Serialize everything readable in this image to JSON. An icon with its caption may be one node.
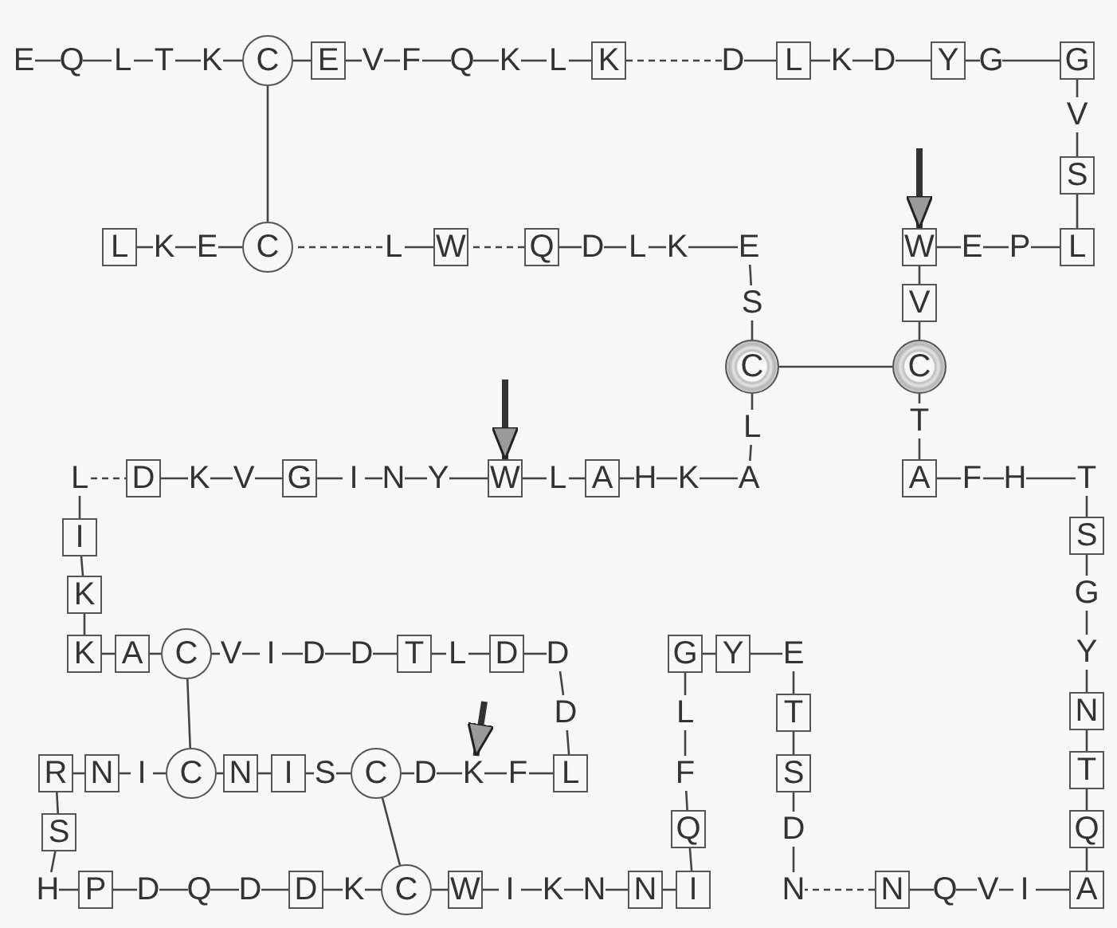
{
  "diagram": {
    "nodes": [
      {
        "text": [
          "E"
        ]
      },
      {
        "text": [
          "Q"
        ]
      },
      {
        "text": [
          "L"
        ]
      },
      {
        "text": [
          "T"
        ]
      },
      {
        "text": [
          "K"
        ]
      },
      {
        "text": [
          "C"
        ]
      },
      {
        "text": [
          "E"
        ]
      },
      {
        "text": [
          "V"
        ]
      },
      {
        "text": [
          "F"
        ]
      },
      {
        "text": [
          "Q"
        ]
      },
      {
        "text": [
          "K"
        ]
      },
      {
        "text": [
          "L"
        ]
      },
      {
        "text": [
          "K"
        ]
      },
      {
        "text": [
          "D"
        ]
      },
      {
        "text": [
          "L"
        ]
      },
      {
        "text": [
          "K"
        ]
      },
      {
        "text": [
          "D"
        ]
      },
      {
        "text": [
          "Y"
        ]
      },
      {
        "text": [
          "G"
        ]
      },
      {
        "text": [
          "G"
        ]
      },
      {
        "text": [
          "V"
        ]
      },
      {
        "text": [
          "S"
        ]
      },
      {
        "text": [
          "L"
        ]
      },
      {
        "text": [
          "P"
        ]
      },
      {
        "text": [
          "E"
        ]
      },
      {
        "text": [
          "W"
        ]
      },
      {
        "text": [
          "V"
        ]
      },
      {
        "text": [
          "C"
        ]
      },
      {
        "text": [
          "T"
        ]
      },
      {
        "text": [
          "A"
        ]
      },
      {
        "text": [
          "F"
        ]
      },
      {
        "text": [
          "H"
        ]
      },
      {
        "text": [
          "T"
        ]
      },
      {
        "text": [
          "S"
        ]
      },
      {
        "text": [
          "G"
        ]
      },
      {
        "text": [
          "Y"
        ]
      },
      {
        "text": [
          "N"
        ]
      },
      {
        "text": [
          "T"
        ]
      },
      {
        "text": [
          "Q"
        ]
      },
      {
        "text": [
          "A"
        ]
      },
      {
        "text": [
          "I"
        ]
      },
      {
        "text": [
          "V"
        ]
      },
      {
        "text": [
          "Q"
        ]
      },
      {
        "text": [
          "N"
        ]
      },
      {
        "text": [
          "N"
        ]
      },
      {
        "text": [
          "D"
        ]
      },
      {
        "text": [
          "S"
        ]
      },
      {
        "text": [
          "T"
        ]
      },
      {
        "text": [
          "E"
        ]
      },
      {
        "text": [
          "Y"
        ]
      },
      {
        "text": [
          "G"
        ]
      },
      {
        "text": [
          "L"
        ]
      },
      {
        "text": [
          "F"
        ]
      },
      {
        "text": [
          "Q"
        ]
      },
      {
        "text": [
          "I"
        ]
      },
      {
        "text": [
          "N"
        ]
      },
      {
        "text": [
          "N"
        ]
      },
      {
        "text": [
          "K"
        ]
      },
      {
        "text": [
          "I"
        ]
      },
      {
        "text": [
          "W"
        ]
      },
      {
        "text": [
          "C"
        ]
      },
      {
        "text": [
          "K"
        ]
      },
      {
        "text": [
          "D"
        ]
      },
      {
        "text": [
          "D"
        ]
      },
      {
        "text": [
          "Q"
        ]
      },
      {
        "text": [
          "D"
        ]
      },
      {
        "text": [
          "P"
        ]
      },
      {
        "text": [
          "H"
        ]
      },
      {
        "text": [
          "S"
        ]
      },
      {
        "text": [
          "R"
        ]
      },
      {
        "text": [
          "N"
        ]
      },
      {
        "text": [
          "I"
        ]
      },
      {
        "text": [
          "C"
        ]
      },
      {
        "text": [
          "N"
        ]
      },
      {
        "text": [
          "I"
        ]
      },
      {
        "text": [
          "S"
        ]
      },
      {
        "text": [
          "C"
        ]
      },
      {
        "text": [
          "D"
        ]
      },
      {
        "text": [
          "K"
        ]
      },
      {
        "text": [
          "F"
        ]
      },
      {
        "text": [
          "L"
        ]
      },
      {
        "text": [
          "D"
        ]
      },
      {
        "text": [
          "D"
        ]
      },
      {
        "text": [
          "D"
        ]
      },
      {
        "text": [
          "L"
        ]
      },
      {
        "text": [
          "T"
        ]
      },
      {
        "text": [
          "D"
        ]
      },
      {
        "text": [
          "D"
        ]
      },
      {
        "text": [
          "I"
        ]
      },
      {
        "text": [
          "V"
        ]
      },
      {
        "text": [
          "C"
        ]
      },
      {
        "text": [
          "A"
        ]
      },
      {
        "text": [
          "K"
        ]
      },
      {
        "text": [
          "K"
        ]
      },
      {
        "text": [
          "I"
        ]
      },
      {
        "text": [
          "L"
        ]
      },
      {
        "text": [
          "D"
        ]
      },
      {
        "text": [
          "K"
        ]
      },
      {
        "text": [
          "V"
        ]
      },
      {
        "text": [
          "G"
        ]
      },
      {
        "text": [
          "I"
        ]
      },
      {
        "text": [
          "N"
        ]
      },
      {
        "text": [
          "Y"
        ]
      },
      {
        "text": [
          "W"
        ]
      },
      {
        "text": [
          "L"
        ]
      },
      {
        "text": [
          "A"
        ]
      },
      {
        "text": [
          "H"
        ]
      },
      {
        "text": [
          "K"
        ]
      },
      {
        "text": [
          "A"
        ]
      },
      {
        "text": [
          "L"
        ]
      },
      {
        "text": [
          "C"
        ]
      },
      {
        "text": [
          "S"
        ]
      },
      {
        "text": [
          "E"
        ]
      },
      {
        "text": [
          "K"
        ]
      },
      {
        "text": [
          "L"
        ]
      },
      {
        "text": [
          "D"
        ]
      },
      {
        "text": [
          "Q"
        ]
      },
      {
        "text": [
          "W"
        ]
      },
      {
        "text": [
          "L"
        ]
      },
      {
        "text": [
          "C"
        ]
      },
      {
        "text": [
          "E"
        ]
      },
      {
        "text": [
          "K"
        ]
      },
      {
        "text": [
          "L"
        ]
      }
    ],
    "edges": [
      {
        "from": 0,
        "to": 1,
        "arrow": "none"
      },
      {
        "from": 1,
        "to": 2,
        "arrow": "none"
      },
      {
        "from": 2,
        "to": 3,
        "arrow": "none"
      },
      {
        "from": 3,
        "to": 4,
        "arrow": "none"
      },
      {
        "from": 4,
        "to": 5,
        "arrow": "none"
      },
      {
        "from": 5,
        "to": 6,
        "arrow": "none"
      },
      {
        "from": 6,
        "to": 7,
        "arrow": "none"
      },
      {
        "from": 7,
        "to": 8,
        "arrow": "none"
      },
      {
        "from": 8,
        "to": 9,
        "arrow": "none"
      },
      {
        "from": 9,
        "to": 10,
        "arrow": "none"
      },
      {
        "from": 10,
        "to": 11,
        "arrow": "none"
      },
      {
        "from": 11,
        "to": 12,
        "arrow": "none"
      },
      {
        "from": 12,
        "to": 13,
        "arrow": "none",
        "style": "dashed"
      },
      {
        "from": 13,
        "to": 14,
        "arrow": "none"
      },
      {
        "from": 14,
        "to": 15,
        "arrow": "none"
      },
      {
        "from": 15,
        "to": 16,
        "arrow": "none"
      },
      {
        "from": 16,
        "to": 17,
        "arrow": "none"
      },
      {
        "from": 17,
        "to": 18,
        "arrow": "none"
      },
      {
        "from": 18,
        "to": 19,
        "arrow": "none"
      },
      {
        "from": 19,
        "to": 20,
        "arrow": "none"
      },
      {
        "from": 20,
        "to": 21,
        "arrow": "none"
      },
      {
        "from": 21,
        "to": 22,
        "arrow": "none"
      },
      {
        "from": 22,
        "to": 23,
        "arrow": "none"
      },
      {
        "from": 23,
        "to": 24,
        "arrow": "none"
      },
      {
        "from": 24,
        "to": 25,
        "arrow": "none"
      },
      {
        "from": 25,
        "to": 26,
        "arrow": "none"
      },
      {
        "from": 26,
        "to": 27,
        "arrow": "none"
      },
      {
        "from": 27,
        "to": 28,
        "arrow": "none"
      },
      {
        "from": 28,
        "to": 29,
        "arrow": "none"
      },
      {
        "from": 29,
        "to": 30,
        "arrow": "none"
      },
      {
        "from": 30,
        "to": 31,
        "arrow": "none"
      },
      {
        "from": 31,
        "to": 32,
        "arrow": "none"
      },
      {
        "from": 32,
        "to": 33,
        "arrow": "none"
      },
      {
        "from": 33,
        "to": 34,
        "arrow": "none"
      },
      {
        "from": 34,
        "to": 35,
        "arrow": "none"
      },
      {
        "from": 35,
        "to": 36,
        "arrow": "none"
      },
      {
        "from": 36,
        "to": 37,
        "arrow": "none"
      },
      {
        "from": 37,
        "to": 38,
        "arrow": "none"
      },
      {
        "from": 38,
        "to": 39,
        "arrow": "none"
      },
      {
        "from": 39,
        "to": 40,
        "arrow": "none"
      },
      {
        "from": 40,
        "to": 41,
        "arrow": "none"
      },
      {
        "from": 41,
        "to": 42,
        "arrow": "none"
      },
      {
        "from": 42,
        "to": 43,
        "arrow": "none"
      },
      {
        "from": 43,
        "to": 44,
        "arrow": "none",
        "style": "dashed"
      },
      {
        "from": 44,
        "to": 45,
        "arrow": "none"
      },
      {
        "from": 45,
        "to": 46,
        "arrow": "none"
      },
      {
        "from": 46,
        "to": 47,
        "arrow": "none"
      },
      {
        "from": 47,
        "to": 48,
        "arrow": "none"
      },
      {
        "from": 48,
        "to": 49,
        "arrow": "none"
      },
      {
        "from": 49,
        "to": 50,
        "arrow": "none"
      },
      {
        "from": 50,
        "to": 51,
        "arrow": "none"
      },
      {
        "from": 51,
        "to": 52,
        "arrow": "none"
      },
      {
        "from": 52,
        "to": 53,
        "arrow": "none"
      },
      {
        "from": 53,
        "to": 54,
        "arrow": "none"
      },
      {
        "from": 54,
        "to": 55,
        "arrow": "none"
      },
      {
        "from": 55,
        "to": 56,
        "arrow": "none"
      },
      {
        "from": 56,
        "to": 57,
        "arrow": "none"
      },
      {
        "from": 57,
        "to": 58,
        "arrow": "none"
      },
      {
        "from": 58,
        "to": 59,
        "arrow": "none"
      },
      {
        "from": 59,
        "to": 60,
        "arrow": "none"
      },
      {
        "from": 60,
        "to": 61,
        "arrow": "none"
      },
      {
        "from": 61,
        "to": 62,
        "arrow": "none"
      },
      {
        "from": 62,
        "to": 63,
        "arrow": "none"
      },
      {
        "from": 63,
        "to": 64,
        "arrow": "none"
      },
      {
        "from": 64,
        "to": 65,
        "arrow": "none"
      },
      {
        "from": 65,
        "to": 66,
        "arrow": "none"
      },
      {
        "from": 66,
        "to": 67,
        "arrow": "none"
      },
      {
        "from": 67,
        "to": 68,
        "arrow": "none"
      },
      {
        "from": 68,
        "to": 69,
        "arrow": "none"
      },
      {
        "from": 69,
        "to": 70,
        "arrow": "none"
      },
      {
        "from": 70,
        "to": 71,
        "arrow": "none"
      },
      {
        "from": 71,
        "to": 72,
        "arrow": "none"
      },
      {
        "from": 72,
        "to": 73,
        "arrow": "none"
      },
      {
        "from": 73,
        "to": 74,
        "arrow": "none"
      },
      {
        "from": 74,
        "to": 75,
        "arrow": "none"
      },
      {
        "from": 75,
        "to": 76,
        "arrow": "none"
      },
      {
        "from": 76,
        "to": 77,
        "arrow": "none"
      },
      {
        "from": 77,
        "to": 78,
        "arrow": "none"
      },
      {
        "from": 78,
        "to": 79,
        "arrow": "none"
      },
      {
        "from": 79,
        "to": 80,
        "arrow": "none"
      },
      {
        "from": 80,
        "to": 81,
        "arrow": "none"
      },
      {
        "from": 81,
        "to": 82,
        "arrow": "none"
      },
      {
        "from": 82,
        "to": 83,
        "arrow": "none"
      },
      {
        "from": 83,
        "to": 84,
        "arrow": "none"
      },
      {
        "from": 84,
        "to": 85,
        "arrow": "none"
      },
      {
        "from": 85,
        "to": 86,
        "arrow": "none"
      },
      {
        "from": 86,
        "to": 87,
        "arrow": "none"
      },
      {
        "from": 87,
        "to": 88,
        "arrow": "none"
      },
      {
        "from": 88,
        "to": 89,
        "arrow": "none"
      },
      {
        "from": 89,
        "to": 90,
        "arrow": "none"
      },
      {
        "from": 90,
        "to": 91,
        "arrow": "none"
      },
      {
        "from": 91,
        "to": 92,
        "arrow": "none"
      },
      {
        "from": 92,
        "to": 93,
        "arrow": "none"
      },
      {
        "from": 93,
        "to": 94,
        "arrow": "none"
      },
      {
        "from": 94,
        "to": 95,
        "arrow": "none"
      },
      {
        "from": 95,
        "to": 96,
        "arrow": "none",
        "style": "dashed"
      },
      {
        "from": 96,
        "to": 97,
        "arrow": "none"
      },
      {
        "from": 97,
        "to": 98,
        "arrow": "none"
      },
      {
        "from": 98,
        "to": 99,
        "arrow": "none"
      },
      {
        "from": 99,
        "to": 100,
        "arrow": "none"
      },
      {
        "from": 100,
        "to": 101,
        "arrow": "none"
      },
      {
        "from": 101,
        "to": 102,
        "arrow": "none"
      },
      {
        "from": 102,
        "to": 103,
        "arrow": "none"
      },
      {
        "from": 103,
        "to": 104,
        "arrow": "none"
      },
      {
        "from": 104,
        "to": 105,
        "arrow": "none"
      },
      {
        "from": 105,
        "to": 106,
        "arrow": "none"
      },
      {
        "from": 106,
        "to": 107,
        "arrow": "none"
      },
      {
        "from": 107,
        "to": 108,
        "arrow": "none"
      },
      {
        "from": 108,
        "to": 109,
        "arrow": "none"
      },
      {
        "from": 109,
        "to": 110,
        "arrow": "none"
      },
      {
        "from": 110,
        "to": 111,
        "arrow": "none"
      },
      {
        "from": 111,
        "to": 112,
        "arrow": "none"
      },
      {
        "from": 112,
        "to": 113,
        "arrow": "none"
      },
      {
        "from": 113,
        "to": 114,
        "arrow": "none"
      },
      {
        "from": 114,
        "to": 115,
        "arrow": "none"
      },
      {
        "from": 115,
        "to": 116,
        "arrow": "none"
      },
      {
        "from": 116,
        "to": 117,
        "arrow": "none",
        "style": "dashed"
      },
      {
        "from": 117,
        "to": 118,
        "arrow": "none"
      },
      {
        "from": 118,
        "to": 119,
        "arrow": "none",
        "style": "dashed"
      },
      {
        "from": 119,
        "to": 120,
        "arrow": "none"
      },
      {
        "from": 120,
        "to": 121,
        "arrow": "none"
      },
      {
        "from": 121,
        "to": 122,
        "arrow": "none"
      },
      {
        "from": 5,
        "to": 119,
        "arrow": "none"
      },
      {
        "from": 27,
        "to": 110,
        "arrow": "none"
      },
      {
        "from": 90,
        "to": 72,
        "arrow": "none"
      },
      {
        "from": 76,
        "to": 60,
        "arrow": "none"
      },
      {
        "from": null,
        "to": 25,
        "arrow": "to",
        "style": "thick"
      },
      {
        "from": null,
        "to": 103,
        "arrow": "to",
        "style": "thick"
      },
      {
        "from": null,
        "to": 78,
        "arrow": "to",
        "style": "thick"
      }
    ]
  }
}
